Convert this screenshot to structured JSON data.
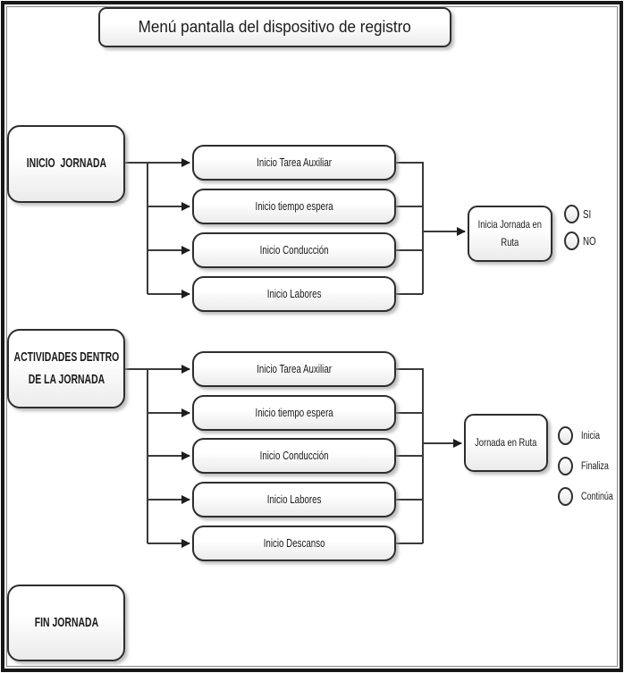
{
  "page_title": "Menú pantalla del dispositivo de registro",
  "colors": {
    "line": "#3a3a3a",
    "box_border": "#2e2e2e"
  },
  "groups": [
    {
      "label": "INICIO  JORNADA",
      "items": [
        "Inicio Tarea Auxiliar",
        "Inicio tiempo espera",
        "Inicio Conducción",
        "Inicio Labores"
      ],
      "result": "Inicia Jornada en Ruta",
      "options": [
        "SI",
        "NO"
      ]
    },
    {
      "label": "ACTIVIDADES DENTRO DE LA JORNADA",
      "items": [
        "Inicio Tarea Auxiliar",
        "Inicio tiempo espera",
        "Inicio Conducción",
        "Inicio Labores",
        "Inicio Descanso"
      ],
      "result": "Jornada en Ruta",
      "options": [
        "Inicia",
        "Finaliza",
        "Continúa"
      ]
    },
    {
      "label": "FIN JORNADA",
      "items": [],
      "result": "",
      "options": []
    }
  ]
}
